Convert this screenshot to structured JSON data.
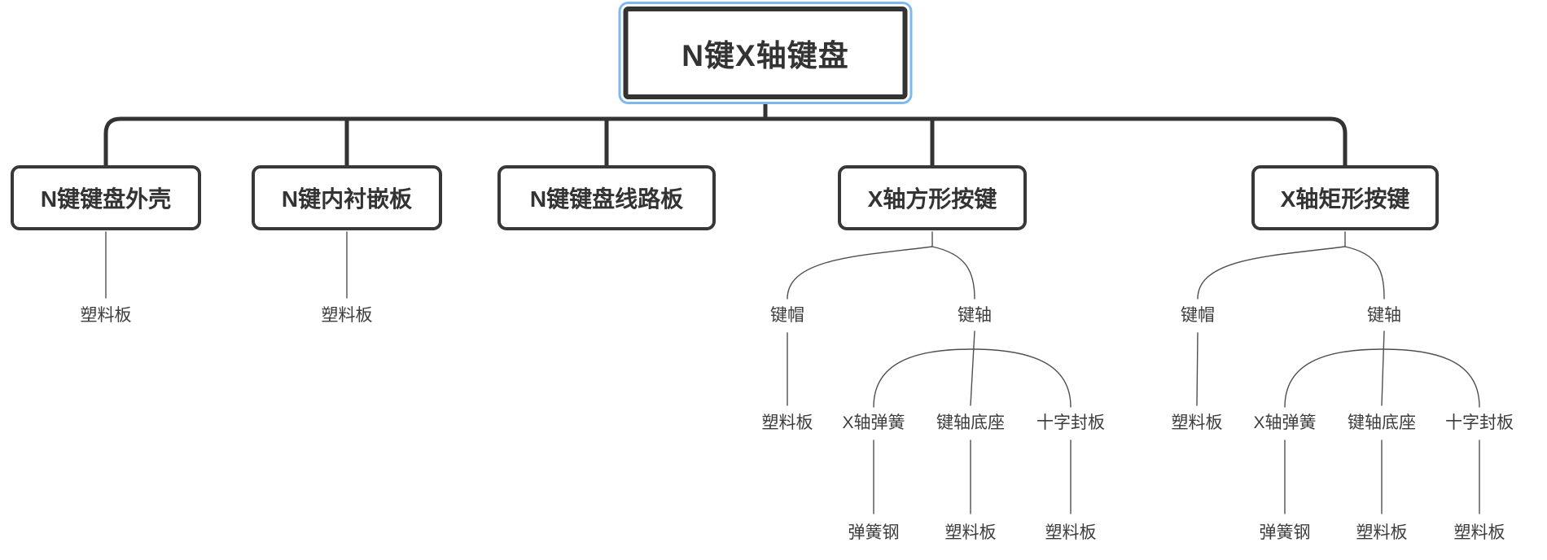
{
  "colors": {
    "background": "#ffffff",
    "node_border": "#383838",
    "node_text": "#333333",
    "thick_connector": "#333333",
    "thin_connector": "#4f4f4f",
    "selection_ring": "#7db9ee"
  },
  "tree": {
    "root": {
      "label": "N键X轴键盘"
    },
    "children": [
      {
        "label": "N键键盘外壳",
        "children": [
          {
            "label": "塑料板"
          }
        ]
      },
      {
        "label": "N键内衬嵌板",
        "children": [
          {
            "label": "塑料板"
          }
        ]
      },
      {
        "label": "N键键盘线路板",
        "children": []
      },
      {
        "label": "X轴方形按键",
        "children": [
          {
            "label": "键帽",
            "children": [
              {
                "label": "塑料板"
              }
            ]
          },
          {
            "label": "键轴",
            "children": [
              {
                "label": "X轴弹簧",
                "children": [
                  {
                    "label": "弹簧钢"
                  }
                ]
              },
              {
                "label": "键轴底座",
                "children": [
                  {
                    "label": "塑料板"
                  }
                ]
              },
              {
                "label": "十字封板",
                "children": [
                  {
                    "label": "塑料板"
                  }
                ]
              }
            ]
          }
        ]
      },
      {
        "label": "X轴矩形按键",
        "children": [
          {
            "label": "键帽",
            "children": [
              {
                "label": "塑料板"
              }
            ]
          },
          {
            "label": "键轴",
            "children": [
              {
                "label": "X轴弹簧",
                "children": [
                  {
                    "label": "弹簧钢"
                  }
                ]
              },
              {
                "label": "键轴底座",
                "children": [
                  {
                    "label": "塑料板"
                  }
                ]
              },
              {
                "label": "十字封板",
                "children": [
                  {
                    "label": "塑料板"
                  }
                ]
              }
            ]
          }
        ]
      }
    ]
  }
}
